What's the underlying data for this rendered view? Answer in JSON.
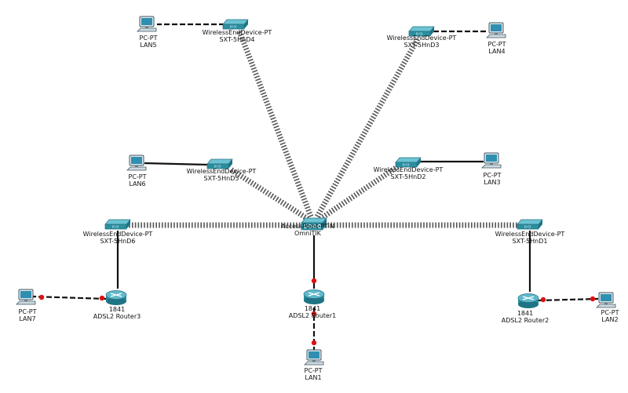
{
  "devices": {
    "ap": {
      "line1": "AccessPoint-PT-N",
      "line2": "OmniTIK",
      "icon": "access-point-icon"
    },
    "w1": {
      "line1": "WirelessEndDevice-PT",
      "line2": "SXT-5HnD1",
      "icon": "wireless-bridge-icon"
    },
    "w2": {
      "line1": "WirelessEndDevice-PT",
      "line2": "SXT-5HnD2",
      "icon": "wireless-bridge-icon"
    },
    "w3": {
      "line1": "WirelessEndDevice-PT",
      "line2": "SXT-5HnD3",
      "icon": "wireless-bridge-icon"
    },
    "w4": {
      "line1": "WirelessEndDevice-PT",
      "line2": "SXT-5HnD4",
      "icon": "wireless-bridge-icon"
    },
    "w5": {
      "line1": "WirelessEndDevice-PT",
      "line2": "SXT-5HnD5",
      "icon": "wireless-bridge-icon"
    },
    "w6": {
      "line1": "WirelessEndDevice-PT",
      "line2": "SXT-5HnD6",
      "icon": "wireless-bridge-icon"
    },
    "r1": {
      "line1": "1841",
      "line2": "ADSL2 Router1",
      "icon": "router-icon"
    },
    "r2": {
      "line1": "1841",
      "line2": "ADSL2 Router2",
      "icon": "router-icon"
    },
    "r3": {
      "line1": "1841",
      "line2": "ADSL2 Router3",
      "icon": "router-icon"
    },
    "lan1": {
      "line1": "PC-PT",
      "line2": "LAN1",
      "icon": "pc-icon"
    },
    "lan2": {
      "line1": "PC-PT",
      "line2": "LAN2",
      "icon": "pc-icon"
    },
    "lan3": {
      "line1": "PC-PT",
      "line2": "LAN3",
      "icon": "pc-icon"
    },
    "lan4": {
      "line1": "PC-PT",
      "line2": "LAN4",
      "icon": "pc-icon"
    },
    "lan5": {
      "line1": "PC-PT",
      "line2": "LAN5",
      "icon": "pc-icon"
    },
    "lan6": {
      "line1": "PC-PT",
      "line2": "LAN6",
      "icon": "pc-icon"
    },
    "lan7": {
      "line1": "PC-PT",
      "line2": "LAN7",
      "icon": "pc-icon"
    }
  },
  "links": [
    {
      "from": "ap",
      "to": "w1",
      "type": "wireless"
    },
    {
      "from": "ap",
      "to": "w2",
      "type": "wireless"
    },
    {
      "from": "ap",
      "to": "w3",
      "type": "wireless"
    },
    {
      "from": "ap",
      "to": "w4",
      "type": "wireless"
    },
    {
      "from": "ap",
      "to": "w5",
      "type": "wireless"
    },
    {
      "from": "ap",
      "to": "w6",
      "type": "wireless"
    },
    {
      "from": "ap",
      "to": "r1",
      "type": "straight",
      "status": "down"
    },
    {
      "from": "w1",
      "to": "r2",
      "type": "straight"
    },
    {
      "from": "w6",
      "to": "r3",
      "type": "straight"
    },
    {
      "from": "w2",
      "to": "lan3",
      "type": "straight"
    },
    {
      "from": "w5",
      "to": "lan6",
      "type": "straight"
    },
    {
      "from": "w3",
      "to": "lan4",
      "type": "crossover"
    },
    {
      "from": "w4",
      "to": "lan5",
      "type": "crossover"
    },
    {
      "from": "r1",
      "to": "lan1",
      "type": "crossover",
      "status": "down"
    },
    {
      "from": "r2",
      "to": "lan2",
      "type": "crossover",
      "status": "down"
    },
    {
      "from": "r3",
      "to": "lan7",
      "type": "crossover",
      "status": "down"
    }
  ],
  "colors": {
    "link": "#111111",
    "wireless": "#555555",
    "link_down": "#dd1111",
    "device": "#3aa3b8"
  }
}
